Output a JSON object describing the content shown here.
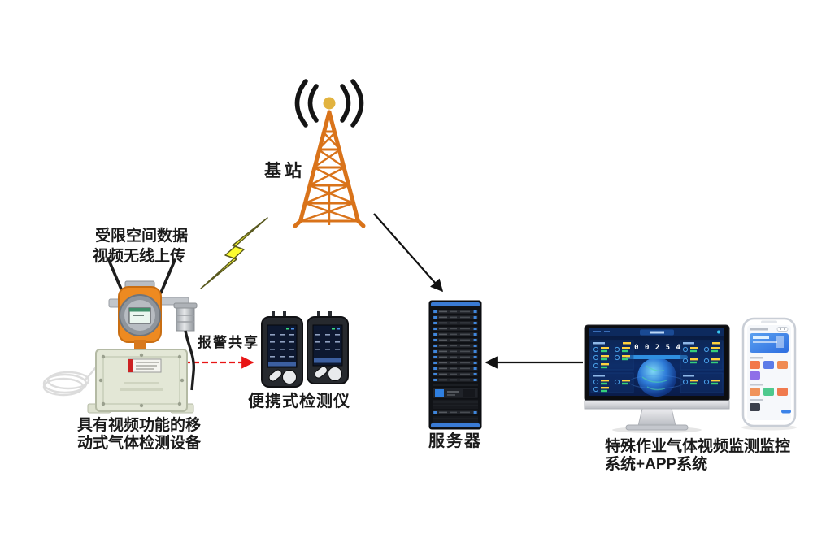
{
  "diagram_title": "special-operation-gas-video-monitoring-architecture",
  "nodes": {
    "base_station": {
      "label": "基站"
    },
    "mobile_detector": {
      "label_line1": "具有视频功能的移",
      "label_line2": "动式气体检测设备"
    },
    "portable_detector": {
      "label": "便携式检测仪"
    },
    "server": {
      "label": "服务器"
    },
    "monitoring_system": {
      "label_line1": "特殊作业气体视频监测监控",
      "label_line2": "系统+APP系统"
    }
  },
  "annotations": {
    "wireless_upload_line1": "受限空间数据",
    "wireless_upload_line2": "视频无线上传",
    "alarm_share": "报警共享"
  },
  "monitor_screen": {
    "counter_digits": "0 0 2 5 4"
  },
  "colors": {
    "tower_orange": "#D9731A",
    "tower_ball": "#E2B33F",
    "lightning_yellow": "#FCFC30",
    "alarm_red": "#E81515",
    "arrow_black": "#111111",
    "device_orange": "#ED8A21",
    "enclosure_beige": "#E3E7D6",
    "detector_black": "#26292E",
    "server_black": "#101216",
    "server_blue": "#3A7BD5",
    "screen_navy": "#0A1C4A",
    "monitor_silver": "#D8DADD",
    "app_accent_blue": "#3B82E8"
  }
}
